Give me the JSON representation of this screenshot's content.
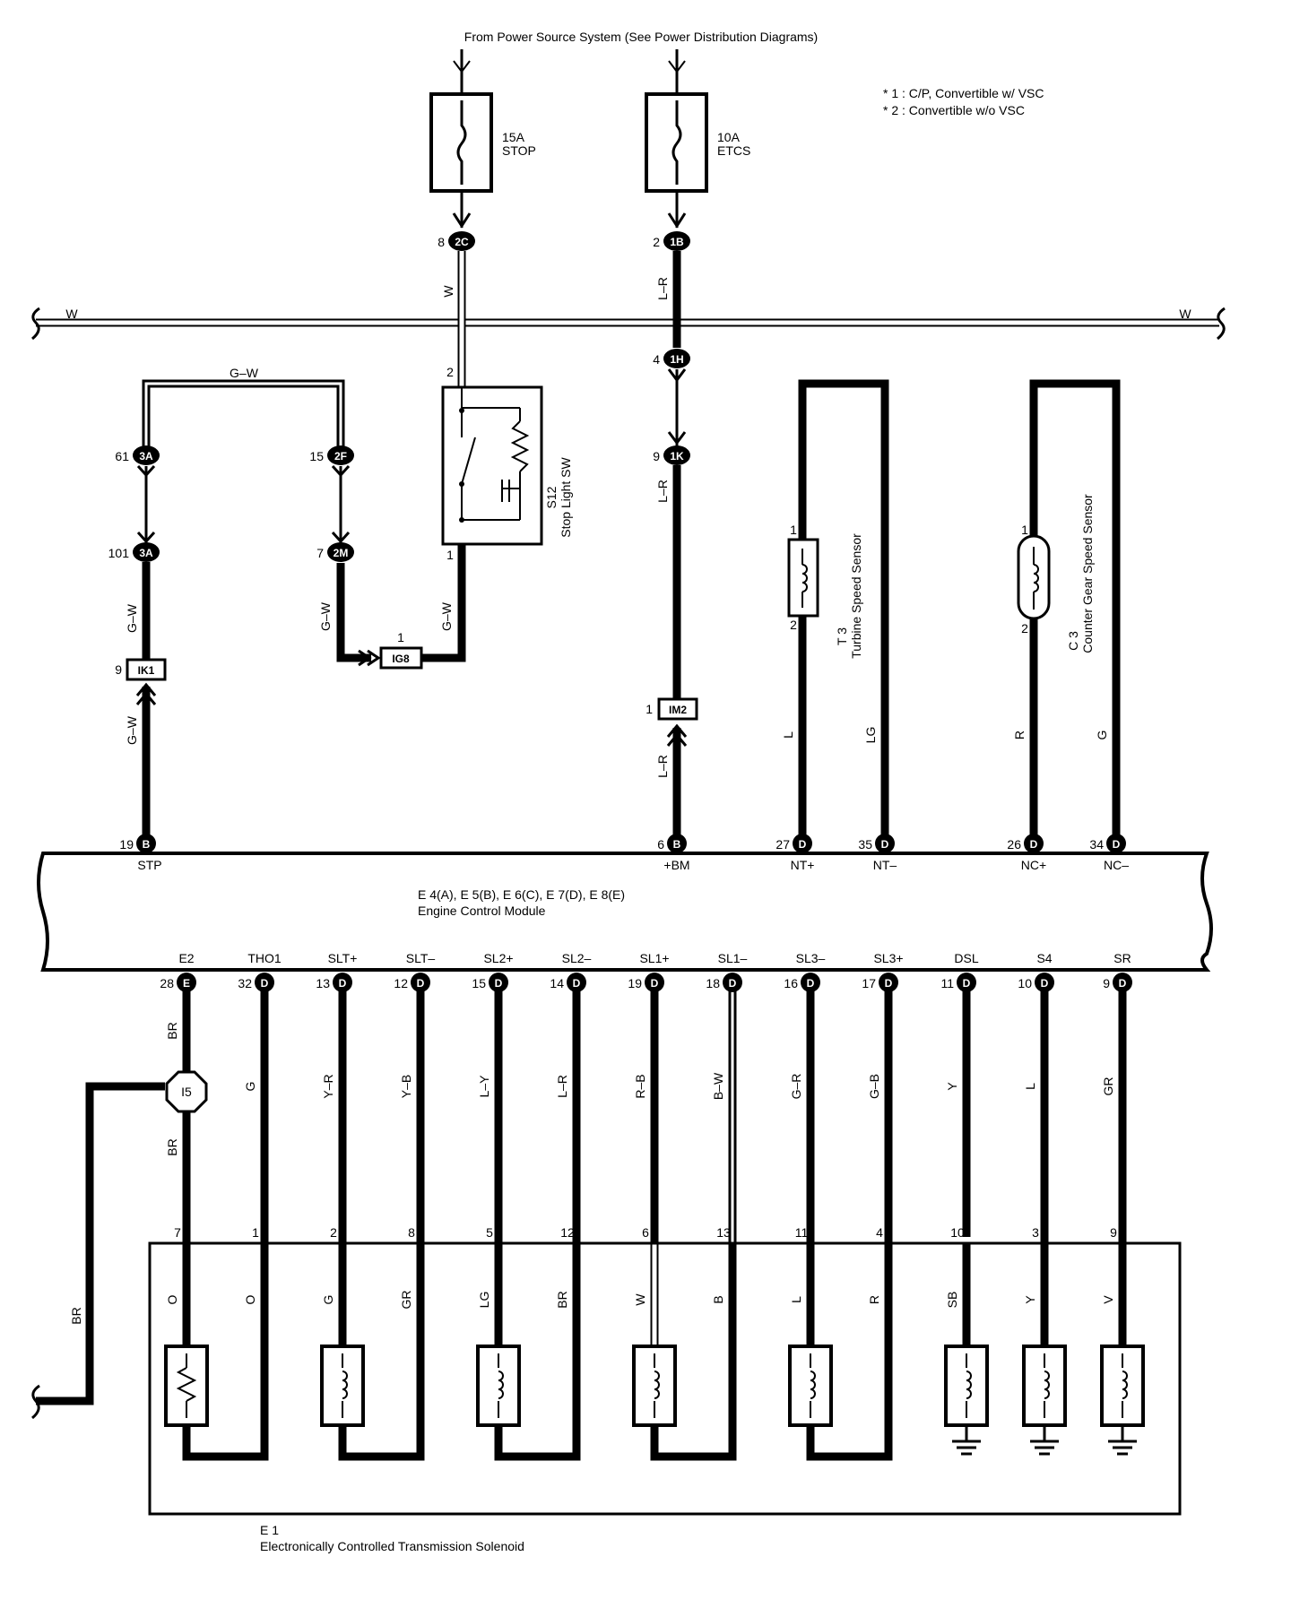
{
  "header": {
    "power_source": "From Power Source System (See Power Distribution Diagrams)",
    "note1": "* 1 : C/P,  Convertible w/ VSC",
    "note2": "* 2 : Convertible w/o VSC"
  },
  "fuses": {
    "stop": {
      "amp": "15A",
      "name": "STOP"
    },
    "etcs": {
      "amp": "10A",
      "name": "ETCS"
    }
  },
  "connectors": {
    "c2C": {
      "pin": "8",
      "id": "2C"
    },
    "c1B": {
      "pin": "2",
      "id": "1B"
    },
    "c1H": {
      "pin": "4",
      "id": "1H"
    },
    "c1K": {
      "pin": "9",
      "id": "1K"
    },
    "c3A_top": {
      "pin": "61",
      "id": "3A"
    },
    "c3A_bot": {
      "pin": "101",
      "id": "3A"
    },
    "c2F": {
      "pin": "15",
      "id": "2F"
    },
    "c2M": {
      "pin": "7",
      "id": "2M"
    },
    "cIK1": {
      "pin": "9",
      "id": "IK1"
    },
    "cIG8": {
      "pin": "1",
      "id": "IG8"
    },
    "cIM2": {
      "pin": "1",
      "id": "IM2"
    },
    "cI5": {
      "id": "I5"
    }
  },
  "wires": {
    "w_left": "W",
    "w_right": "W",
    "w_vertical": "W",
    "gw_top": "G–W",
    "gw_a": "G–W",
    "gw_b": "G–W",
    "gw_c": "G–W",
    "gw_d": "G–W",
    "lr_a": "L–R",
    "lr_b": "L–R",
    "lr_c": "L–R",
    "t3_l": "L",
    "t3_lg": "LG",
    "c3_r": "R",
    "c3_g": "G",
    "br_a": "BR",
    "br_b": "BR",
    "br_c": "BR"
  },
  "components": {
    "s12": {
      "code": "S12",
      "name": "Stop Light SW",
      "pin_top": "2",
      "pin_bot": "1"
    },
    "t3": {
      "code": "T 3",
      "name": "Turbine Speed Sensor",
      "pin1": "1",
      "pin2": "2"
    },
    "c3": {
      "code": "C 3",
      "name": "Counter Gear Speed Sensor",
      "pin1": "1",
      "pin2": "2"
    }
  },
  "ecm": {
    "title": "E 4(A), E 5(B), E 6(C), E 7(D), E 8(E)",
    "name": "Engine Control Module",
    "top_pins": [
      {
        "num": "19",
        "conn": "B",
        "label": "STP"
      },
      {
        "num": "6",
        "conn": "B",
        "label": "+BM"
      },
      {
        "num": "27",
        "conn": "D",
        "label": "NT+"
      },
      {
        "num": "35",
        "conn": "D",
        "label": "NT–"
      },
      {
        "num": "26",
        "conn": "D",
        "label": "NC+"
      },
      {
        "num": "34",
        "conn": "D",
        "label": "NC–"
      }
    ],
    "bottom_pins": [
      {
        "label": "E2",
        "num": "28",
        "conn": "E",
        "wire": "BR",
        "sol_pin": "7",
        "sol_wire": "O"
      },
      {
        "label": "THO1",
        "num": "32",
        "conn": "D",
        "wire": "G",
        "sol_pin": "1",
        "sol_wire": "O"
      },
      {
        "label": "SLT+",
        "num": "13",
        "conn": "D",
        "wire": "Y–R",
        "sol_pin": "2",
        "sol_wire": "G"
      },
      {
        "label": "SLT–",
        "num": "12",
        "conn": "D",
        "wire": "Y–B",
        "sol_pin": "8",
        "sol_wire": "GR"
      },
      {
        "label": "SL2+",
        "num": "15",
        "conn": "D",
        "wire": "L–Y",
        "sol_pin": "5",
        "sol_wire": "LG"
      },
      {
        "label": "SL2–",
        "num": "14",
        "conn": "D",
        "wire": "L–R",
        "sol_pin": "12",
        "sol_wire": "BR"
      },
      {
        "label": "SL1+",
        "num": "19",
        "conn": "D",
        "wire": "R–B",
        "sol_pin": "6",
        "sol_wire": "W"
      },
      {
        "label": "SL1–",
        "num": "18",
        "conn": "D",
        "wire": "B–W",
        "sol_pin": "13",
        "sol_wire": "B"
      },
      {
        "label": "SL3–",
        "num": "16",
        "conn": "D",
        "wire": "G–R",
        "sol_pin": "11",
        "sol_wire": "L"
      },
      {
        "label": "SL3+",
        "num": "17",
        "conn": "D",
        "wire": "G–B",
        "sol_pin": "4",
        "sol_wire": "R"
      },
      {
        "label": "DSL",
        "num": "11",
        "conn": "D",
        "wire": "Y",
        "sol_pin": "10",
        "sol_wire": "SB"
      },
      {
        "label": "S4",
        "num": "10",
        "conn": "D",
        "wire": "L",
        "sol_pin": "3",
        "sol_wire": "Y"
      },
      {
        "label": "SR",
        "num": "9",
        "conn": "D",
        "wire": "GR",
        "sol_pin": "9",
        "sol_wire": "V"
      }
    ]
  },
  "solenoid": {
    "code": "E 1",
    "name": "Electronically Controlled Transmission Solenoid"
  }
}
